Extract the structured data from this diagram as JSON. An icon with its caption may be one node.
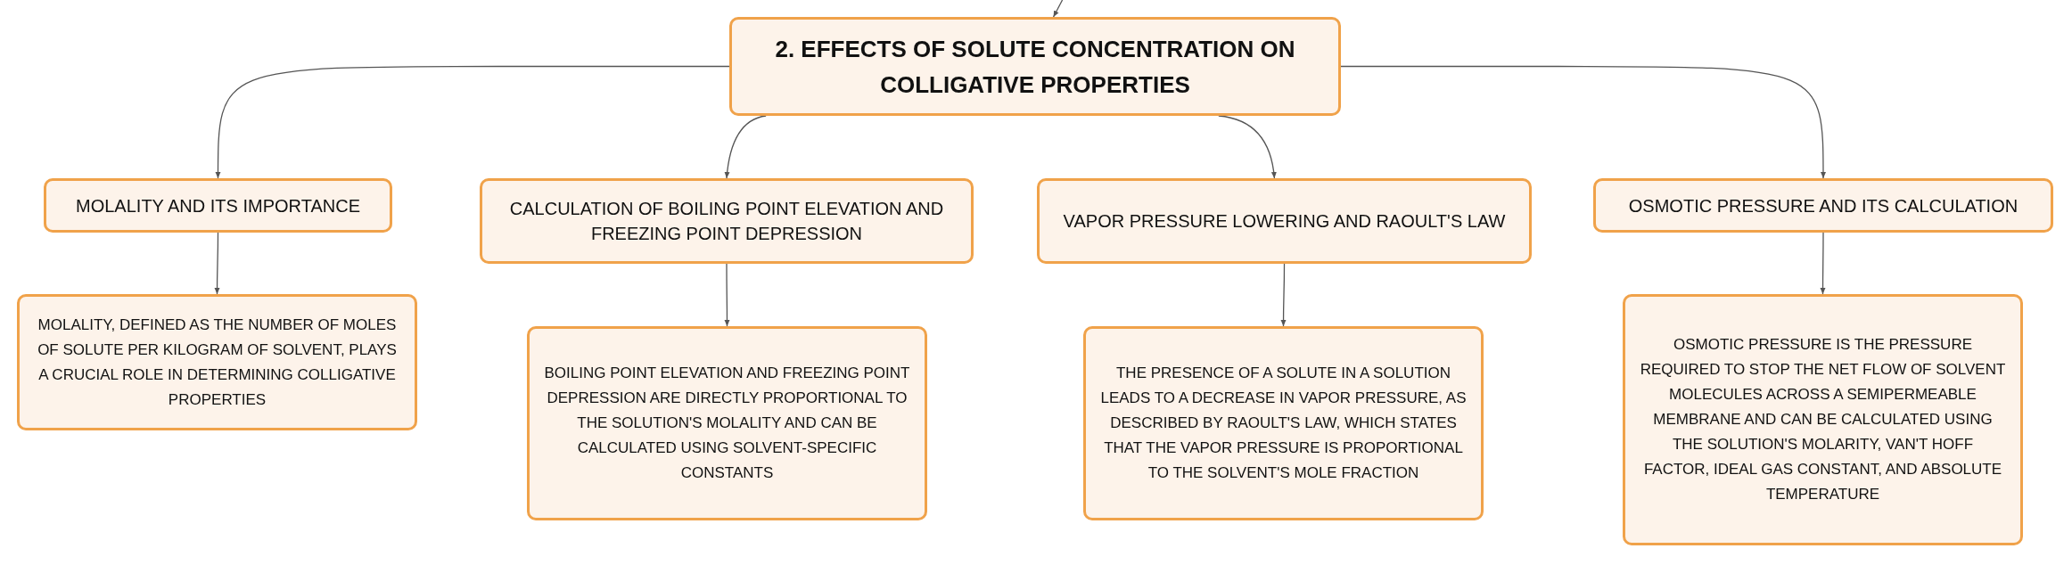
{
  "diagram": {
    "nodes": [
      {
        "text": [
          "2. EFFECTS OF SOLUTE CONCENTRATION ON COLLIGATIVE PROPERTIES"
        ]
      },
      {
        "text": [
          "MOLALITY AND ITS IMPORTANCE"
        ]
      },
      {
        "text": [
          "CALCULATION OF BOILING POINT ELEVATION AND FREEZING POINT DEPRESSION"
        ]
      },
      {
        "text": [
          "VAPOR PRESSURE LOWERING AND RAOULT'S LAW"
        ]
      },
      {
        "text": [
          "OSMOTIC PRESSURE AND ITS CALCULATION"
        ]
      },
      {
        "text": [
          "MOLALITY, DEFINED AS THE NUMBER OF MOLES OF SOLUTE PER KILOGRAM OF SOLVENT, PLAYS A CRUCIAL ROLE IN DETERMINING COLLIGATIVE PROPERTIES"
        ]
      },
      {
        "text": [
          "BOILING POINT ELEVATION AND FREEZING POINT DEPRESSION ARE DIRECTLY PROPORTIONAL TO THE SOLUTION'S MOLALITY AND CAN BE CALCULATED USING SOLVENT-SPECIFIC CONSTANTS"
        ]
      },
      {
        "text": [
          "THE PRESENCE OF A SOLUTE IN A SOLUTION LEADS TO A DECREASE IN VAPOR PRESSURE, AS DESCRIBED BY RAOULT'S LAW, WHICH STATES THAT THE VAPOR PRESSURE IS PROPORTIONAL TO THE SOLVENT'S MOLE FRACTION"
        ]
      },
      {
        "text": [
          "OSMOTIC PRESSURE IS THE PRESSURE REQUIRED TO STOP THE NET FLOW OF SOLVENT MOLECULES ACROSS A SEMIPERMEABLE MEMBRANE AND CAN BE CALCULATED USING THE SOLUTION'S MOLARITY, VAN'T HOFF FACTOR, IDEAL GAS CONSTANT, AND ABSOLUTE TEMPERATURE"
        ]
      }
    ],
    "edges": [
      {
        "from": null,
        "to": 0,
        "arrow": "to"
      },
      {
        "from": 0,
        "to": 1,
        "arrow": "to"
      },
      {
        "from": 0,
        "to": 2,
        "arrow": "to"
      },
      {
        "from": 0,
        "to": 3,
        "arrow": "to"
      },
      {
        "from": 0,
        "to": 4,
        "arrow": "to"
      },
      {
        "from": 1,
        "to": 5,
        "arrow": "to"
      },
      {
        "from": 2,
        "to": 6,
        "arrow": "to"
      },
      {
        "from": 3,
        "to": 7,
        "arrow": "to"
      },
      {
        "from": 4,
        "to": 8,
        "arrow": "to"
      }
    ]
  }
}
